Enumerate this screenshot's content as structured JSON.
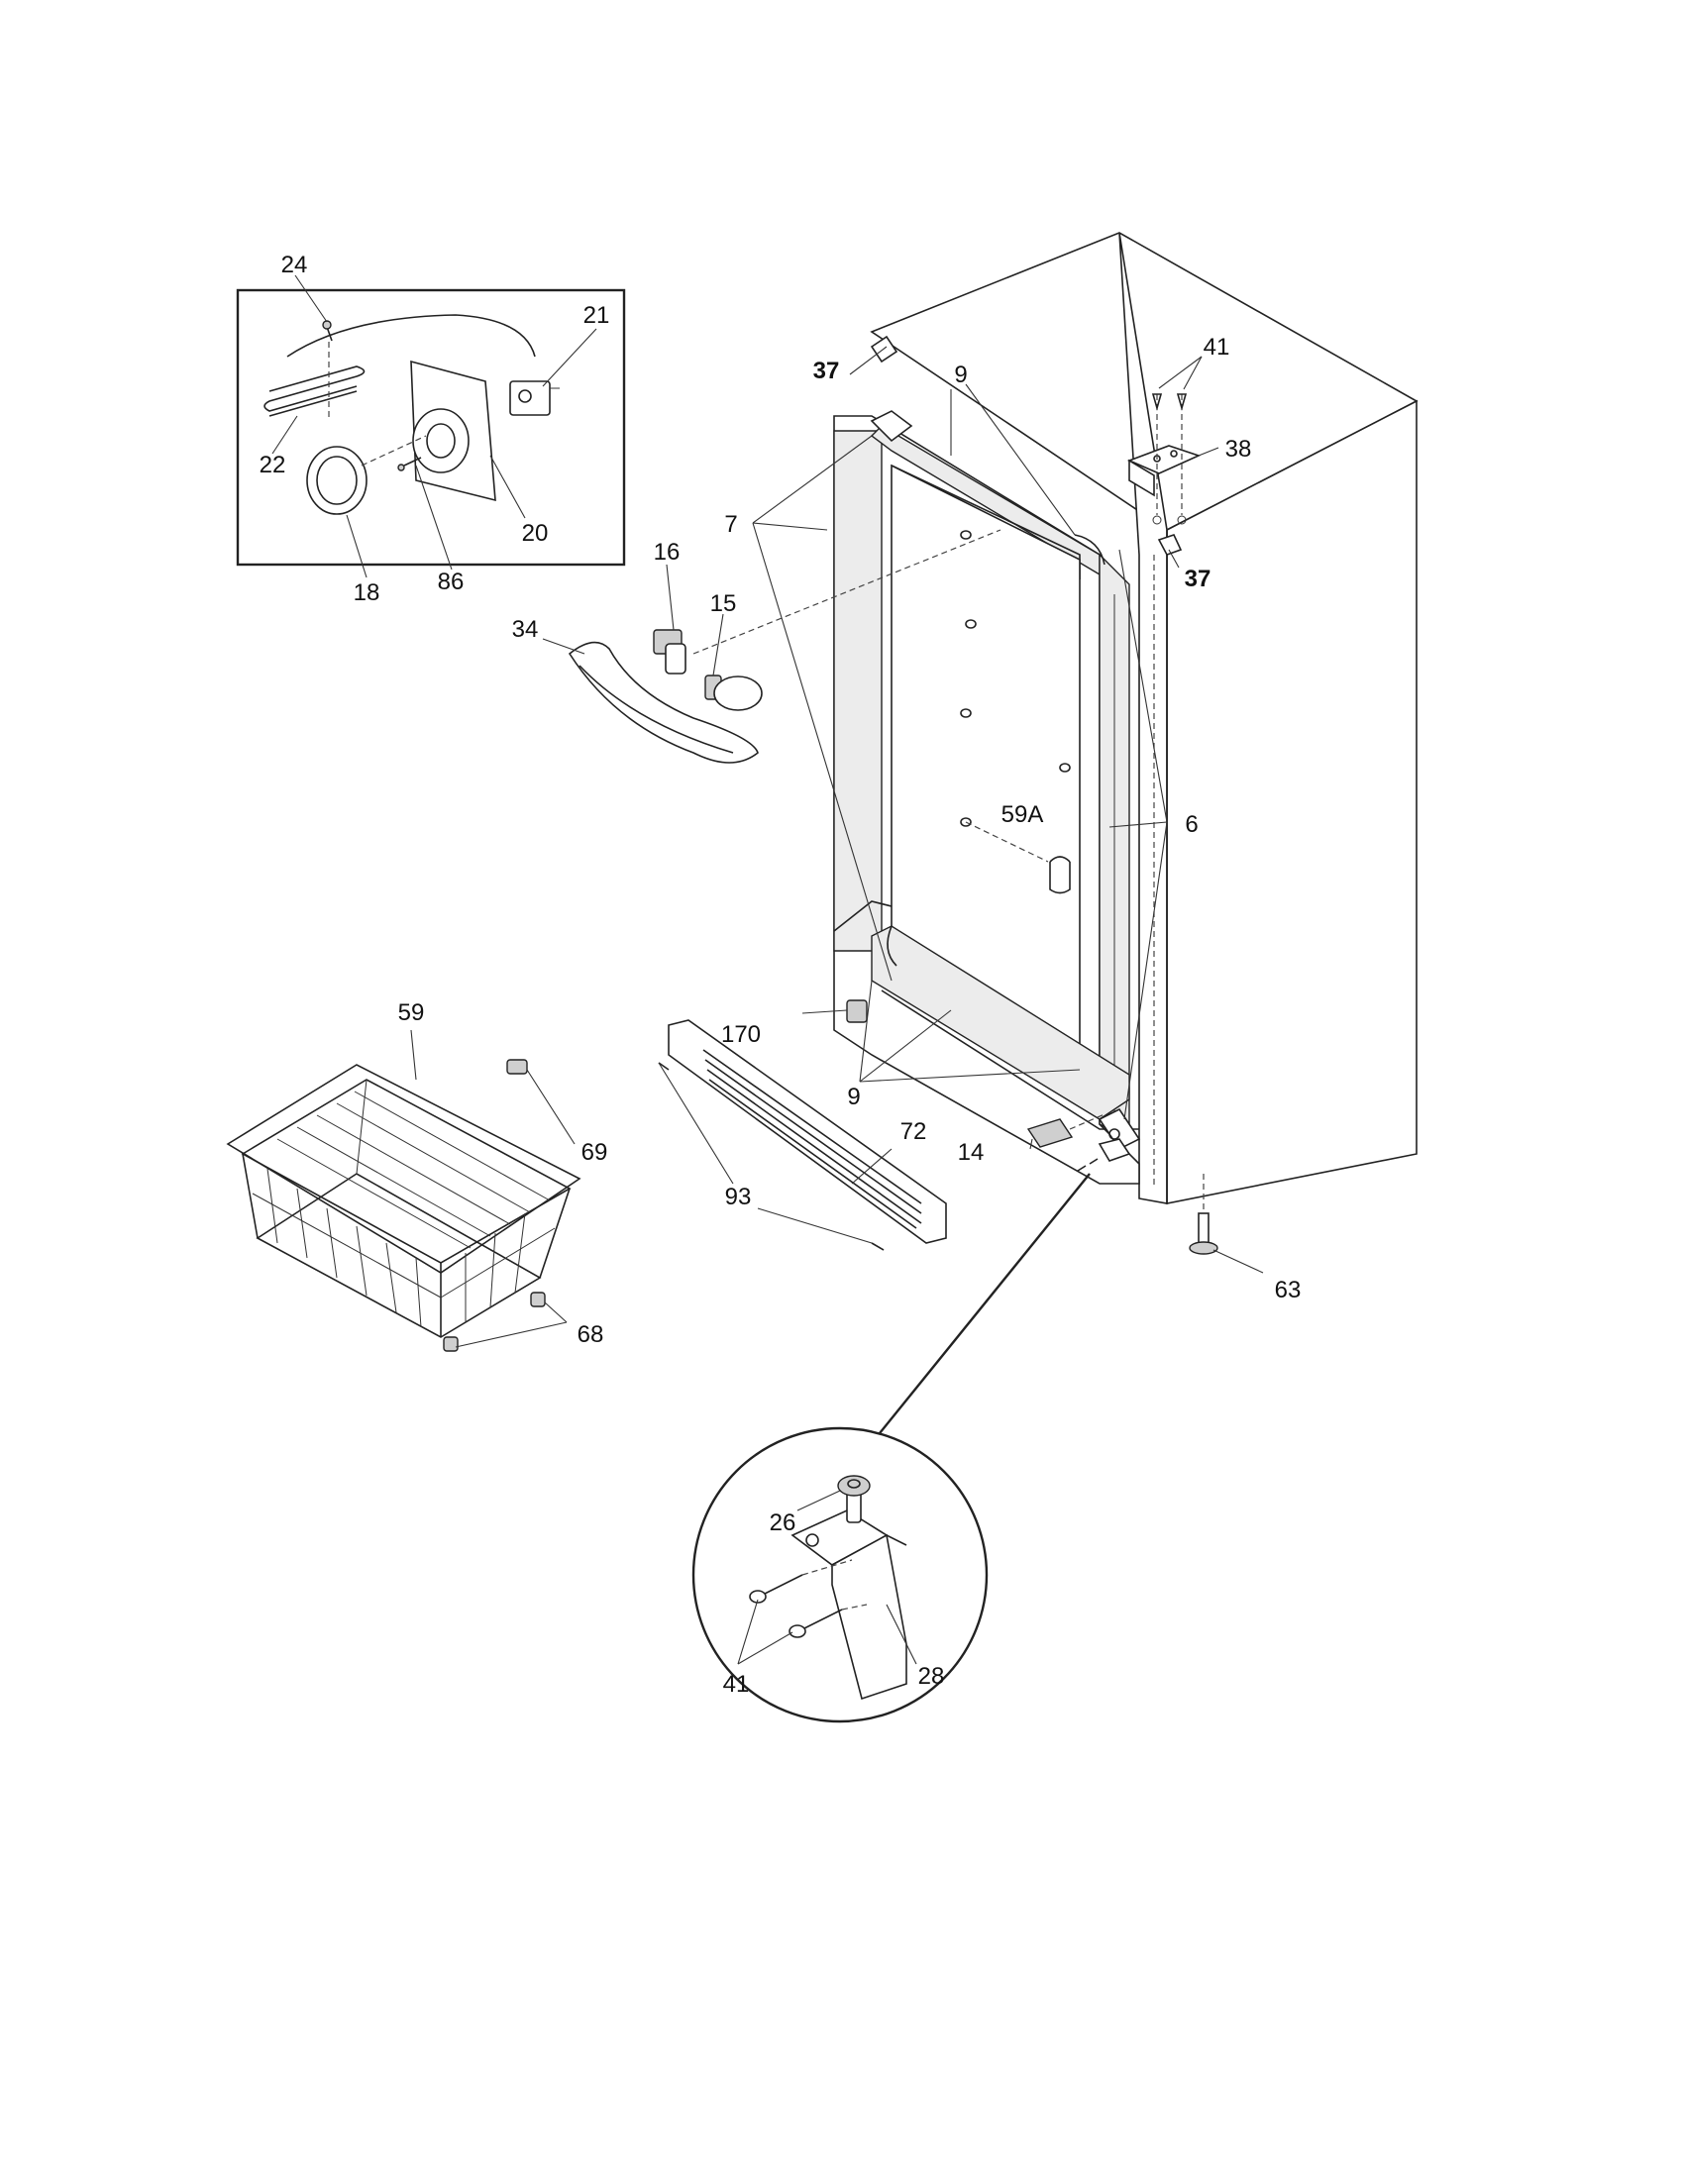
{
  "labels": {
    "l24": "24",
    "l21": "21",
    "l22": "22",
    "l20": "20",
    "l18": "18",
    "l86": "86",
    "l16": "16",
    "l15": "15",
    "l34": "34",
    "l37a": "37",
    "l37b": "37",
    "l9a": "9",
    "l9b": "9",
    "l7": "7",
    "l41a": "41",
    "l41b": "41",
    "l38": "38",
    "l59A": "59A",
    "l6": "6",
    "l59": "59",
    "l69": "69",
    "l68": "68",
    "l170": "170",
    "l72": "72",
    "l93": "93",
    "l14": "14",
    "l63": "63",
    "l26": "26",
    "l28": "28"
  }
}
